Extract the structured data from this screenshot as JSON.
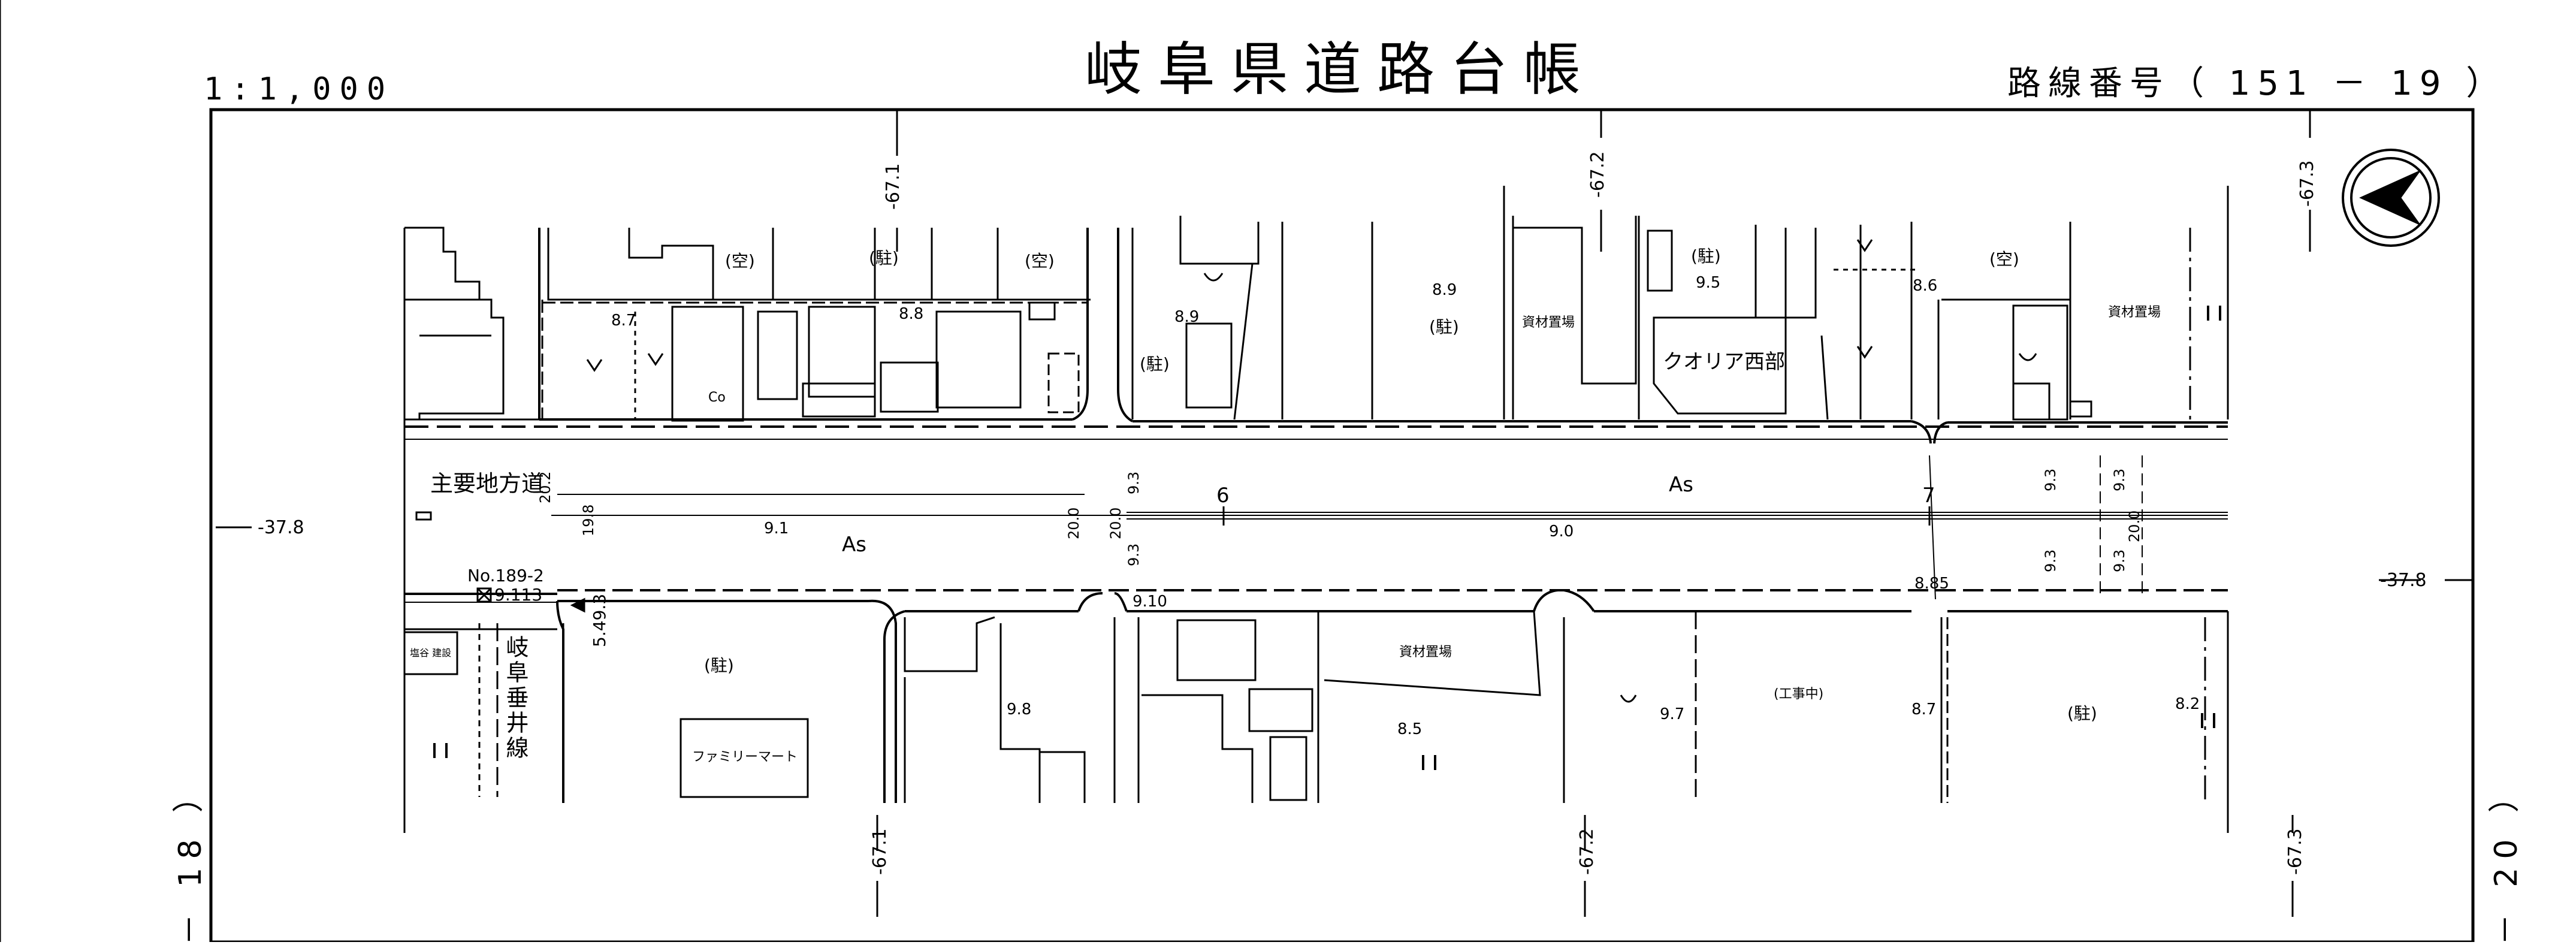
{
  "header": {
    "title": "岐阜県道路台帳",
    "scale": "1:1,000",
    "route_number": "路線番号（ 151 － 19 ）"
  },
  "page_refs": {
    "left": "－ 18 ）",
    "right": "－ 20 ）"
  },
  "grid_labels": {
    "x1_top": "-67.1",
    "x2_top": "-67.2",
    "x3_top": "-67.3",
    "x1_bottom": "-67.1",
    "x2_bottom": "-67.2",
    "x3_bottom": "-67.3",
    "y_left": "-37.8",
    "y_right": "-37.8"
  },
  "road": {
    "surface_left": "As",
    "surface_right": "As",
    "station_6": "6",
    "station_7": "7",
    "side_road_name": "主要地方道",
    "side_road_number": "No.189-2",
    "route_name": "岐阜垂井線",
    "bm_value": "9.113",
    "width_value": "5.49.3"
  },
  "widths": [
    "20.2",
    "19.8",
    "20.0",
    "20.0",
    "9.3",
    "9.3",
    "9.3",
    "9.3",
    "9.3",
    "9.3",
    "20.0"
  ],
  "elevations": [
    "8.7",
    "8.8",
    "8.9",
    "8.9",
    "9.5",
    "8.6",
    "9.1",
    "9.0",
    "9.10",
    "8.85",
    "9.8",
    "8.5",
    "9.7",
    "8.7",
    "8.2"
  ],
  "labels": {
    "empty_1": "(空)",
    "parking_1": "(駐)",
    "empty_2": "(空)",
    "parking_2": "(駐)",
    "parking_3": "(駐)",
    "materials_1": "資材置場",
    "parking_4": "(駐)",
    "qualia": "クオリア西部",
    "empty_3": "(空)",
    "materials_2": "資材置場",
    "parking_5": "(駐)",
    "familymart": "ファミリーマート",
    "materials_3": "資材置場",
    "construction": "(工事中)",
    "parking_6": "(駐)",
    "shioya": "塩谷\n建設",
    "co": "Co"
  },
  "symbols": {
    "north_arrow": "north-arrow",
    "paddy": "paddy-field-symbol",
    "field": "field-symbol"
  }
}
